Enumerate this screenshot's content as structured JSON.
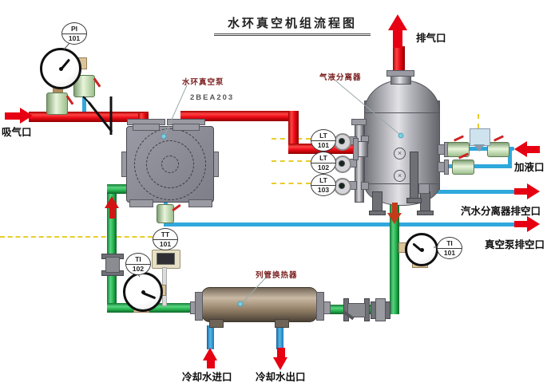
{
  "title": "水环真空机组流程图",
  "ports": {
    "suction": "吸气口",
    "exhaust": "排气口",
    "fill": "加液口",
    "separator_vent": "汽水分离器排空口",
    "pump_vent": "真空泵排空口",
    "cooling_in": "冷却水进口",
    "cooling_out": "冷却水出口"
  },
  "equipment": {
    "pump": "水环真空泵",
    "pump_model": "2BEA203",
    "separator": "气液分离器",
    "heat_exchanger": "列管换热器"
  },
  "instruments": {
    "pi101": {
      "line1": "PI",
      "line2": "101"
    },
    "lt101": {
      "line1": "LT",
      "line2": "101"
    },
    "lt102": {
      "line1": "LT",
      "line2": "102"
    },
    "lt103": {
      "line1": "LT",
      "line2": "103"
    },
    "tt101": {
      "line1": "TT",
      "line2": "101"
    },
    "ti102": {
      "line1": "TI",
      "line2": "102"
    },
    "ti101": {
      "line1": "TI",
      "line2": "101"
    }
  },
  "colors": {
    "pipe_red": "#e60012",
    "pipe_green": "#27b350",
    "pipe_blue": "#2fa8dc",
    "signal_yellow": "#e8cd2a",
    "equipment_label_red": "#7c2020"
  }
}
